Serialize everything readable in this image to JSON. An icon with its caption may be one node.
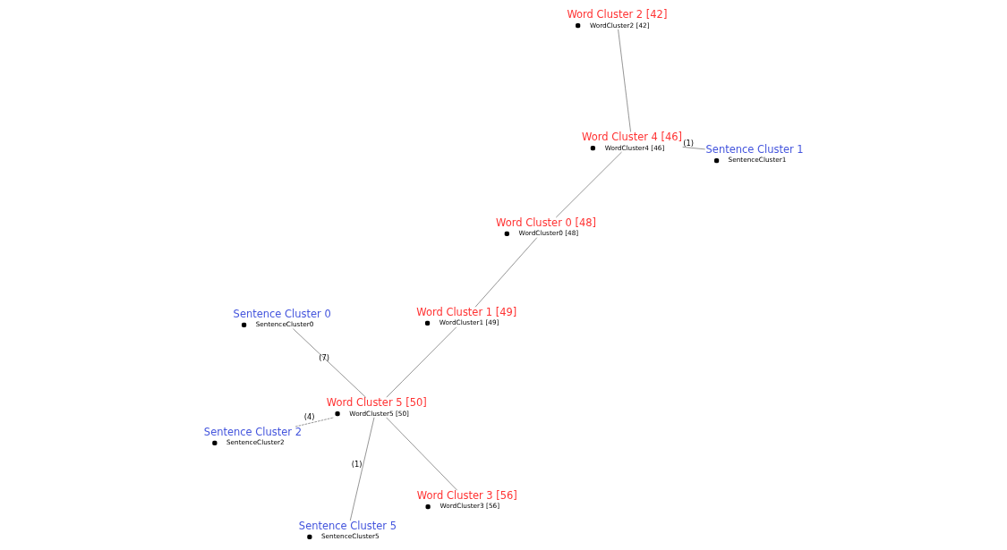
{
  "diagram": {
    "nodes": [
      {
        "text": [
          "Word Cluster 0 [48]",
          "WordCluster0 [48]"
        ]
      },
      {
        "text": [
          "Word Cluster 1 [49]",
          "WordCluster1 [49]"
        ]
      },
      {
        "text": [
          "Word Cluster 4 [46]",
          "WordCluster4 [46]"
        ]
      },
      {
        "text": [
          "Word Cluster 2 [42]",
          "WordCluster2 [42]"
        ]
      },
      {
        "text": [
          "Sentence Cluster 0",
          "SentenceCluster0"
        ]
      },
      {
        "text": [
          "Word Cluster 5 [50]",
          "WordCluster5 [50]"
        ]
      },
      {
        "text": [
          "Sentence Cluster 2",
          "SentenceCluster2"
        ]
      },
      {
        "text": [
          "Sentence Cluster 1",
          "SentenceCluster1"
        ]
      },
      {
        "text": [
          "Sentence Cluster 5",
          "SentenceCluster5"
        ]
      },
      {
        "text": [
          "Word Cluster 3 [56]",
          "WordCluster3 [56]"
        ]
      }
    ],
    "edges": [
      {
        "from": 0,
        "to": 1,
        "arrow": "none"
      },
      {
        "from": 0,
        "to": 2,
        "arrow": "none"
      },
      {
        "from": 2,
        "to": 3,
        "arrow": "none"
      },
      {
        "from": 1,
        "to": 5,
        "arrow": "none"
      },
      {
        "from": 4,
        "to": 5,
        "arrow": "none",
        "label": "(7)"
      },
      {
        "from": 6,
        "to": 5,
        "arrow": "none",
        "label": "(4)",
        "style": "dashed"
      },
      {
        "from": 2,
        "to": 7,
        "arrow": "none",
        "label": "(1)"
      },
      {
        "from": 5,
        "to": 8,
        "arrow": "none",
        "label": "(1)"
      },
      {
        "from": 5,
        "to": 9,
        "arrow": "none"
      }
    ]
  }
}
